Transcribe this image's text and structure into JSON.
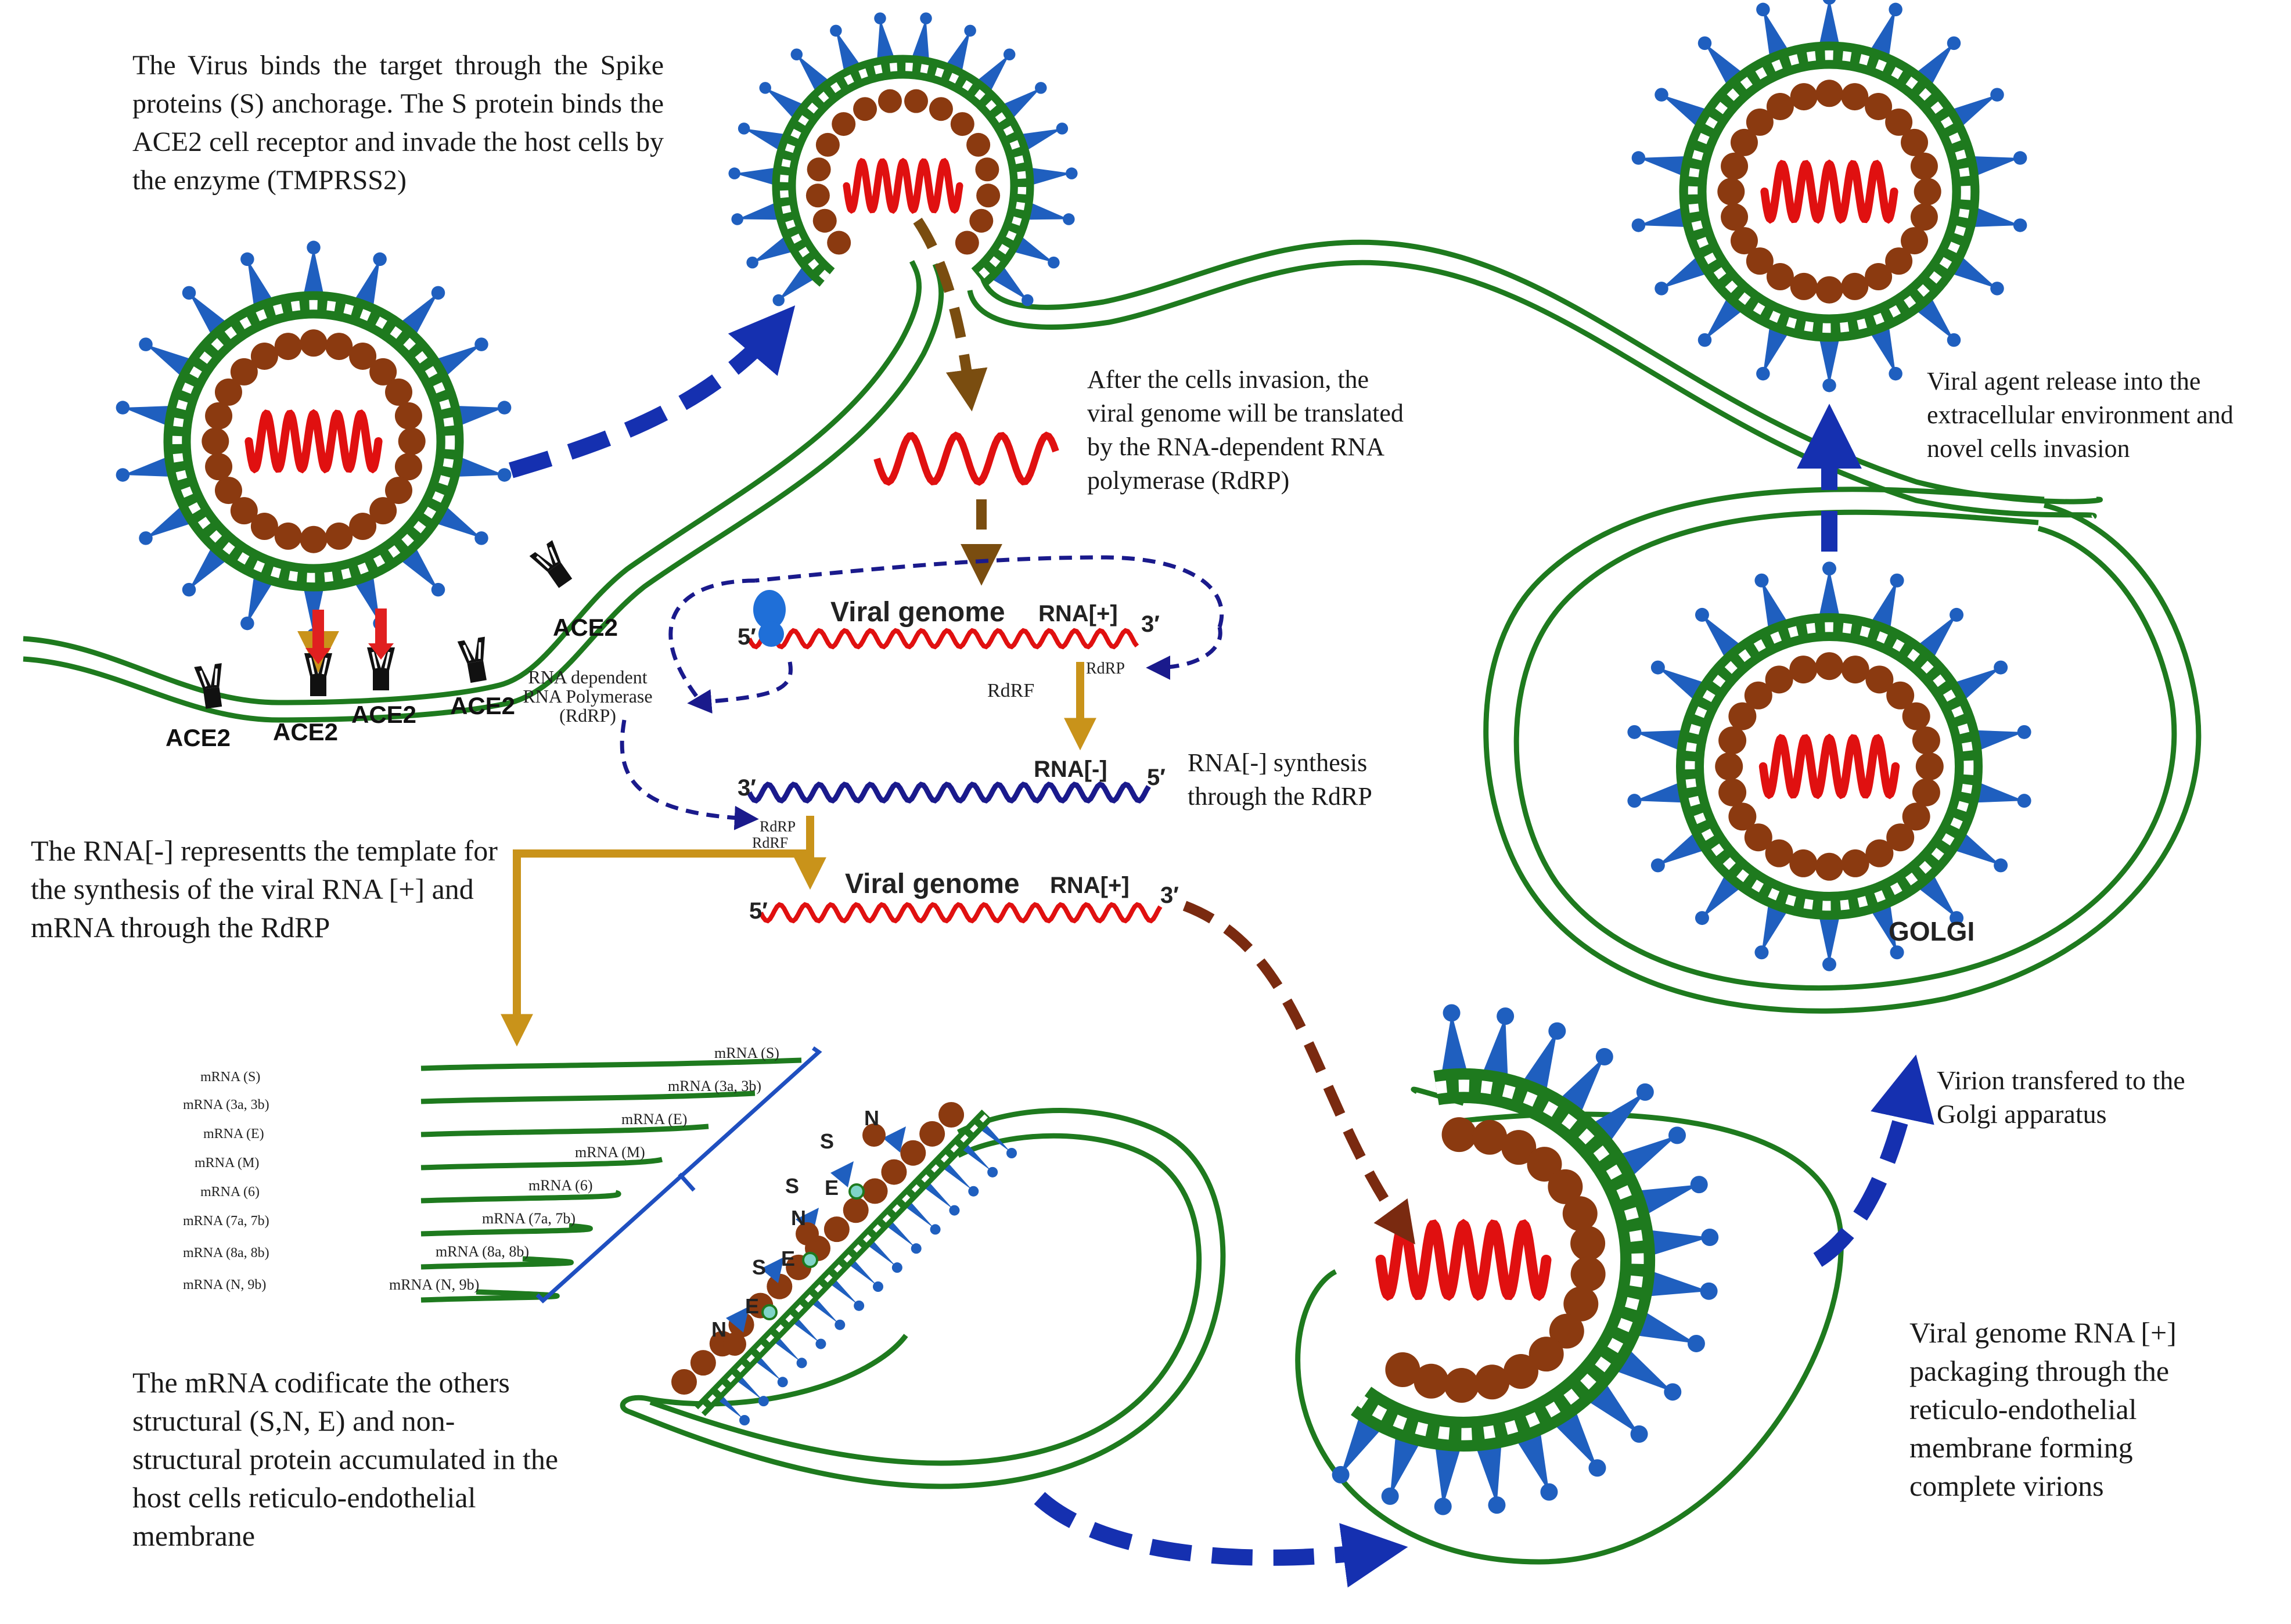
{
  "notes": {
    "virus_binding": "The Virus binds the target through the Spike proteins (S) anchorage. The S protein binds the ACE2 cell receptor and invade the host cells by the enzyme (TMPRSS2)",
    "genome_translation": "After the cells invasion, the viral genome will be translated by the RNA-dependent RNA polymerase (RdRP)",
    "rna_minus_synthesis": "RNA[-] synthesis through the RdRP",
    "rna_minus_template": "The RNA[-] representts the template for the synthesis of the viral RNA [+] and mRNA through the RdRP",
    "mrna_codify": "The mRNA codificate the others structural (S,N, E) and non-structural protein accumulated in the host cells reticulo-endothelial membrane",
    "packaging": "Viral genome RNA [+] packaging through the reticulo-endothelial membrane forming complete virions",
    "golgi_transfer": "Virion transfered to the Golgi apparatus",
    "release": "Viral agent release into the extracellular environment and novel  cells invasion"
  },
  "labels": {
    "ace2": "ACE2",
    "rdrp_polymerase_line1": "RNA dependent",
    "rdrp_polymerase_line2": "RNA Polymerase",
    "rdrp_polymerase_line3": "(RdRP)",
    "viral_genome": "Viral genome",
    "rna_plus": "RNA[+]",
    "rna_minus": "RNA[-]",
    "five_prime": "5′",
    "three_prime": "3′",
    "rdrf": "RdRF",
    "rdrp": "RdRP",
    "golgi": "GOLGI",
    "protein_s": "S",
    "protein_n": "N",
    "protein_e": "E"
  },
  "mrna_list": [
    "mRNA (S)",
    "mRNA (3a, 3b)",
    "mRNA (E)",
    "mRNA (M)",
    "mRNA (6)",
    "mRNA (7a, 7b)",
    "mRNA (8a, 8b)",
    "mRNA (N, 9b)"
  ],
  "colors": {
    "membrane": "#1e7a1e",
    "virus_envelope": "#1e7a1e",
    "spike": "#1f5fbf",
    "nucleocapsid": "#8b3a10",
    "rna_plus": "#e01010",
    "rna_minus": "#1a1a8c",
    "flow_arrow": "#1530b0",
    "gold_arrow": "#c9931a",
    "binding_arrow": "#e02020",
    "packaging_arrow": "#7a2a10"
  }
}
